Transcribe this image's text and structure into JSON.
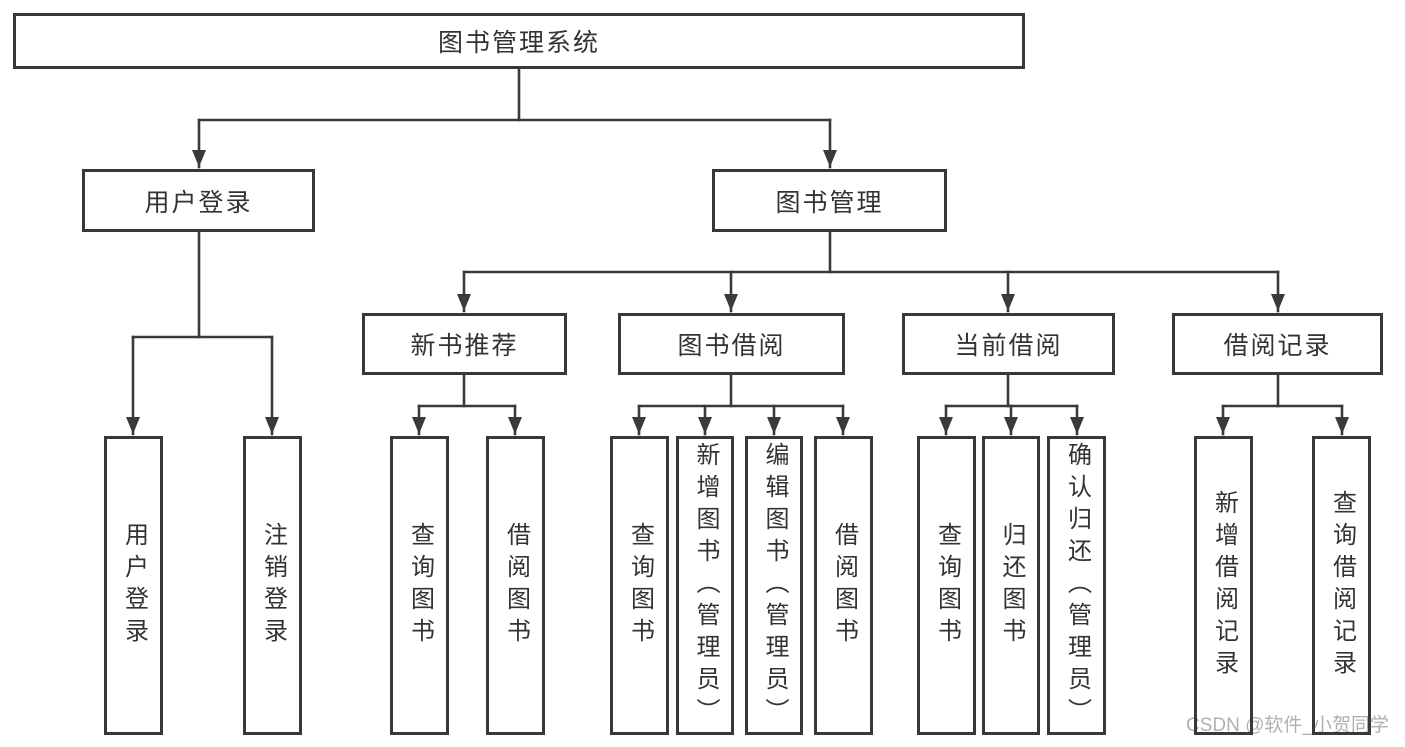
{
  "tree": {
    "label": "图书管理系统",
    "children": [
      {
        "label": "用户登录",
        "children": [
          {
            "label": "用户登录"
          },
          {
            "label": "注销登录"
          }
        ]
      },
      {
        "label": "图书管理",
        "children": [
          {
            "label": "新书推荐",
            "children": [
              {
                "label": "查询图书"
              },
              {
                "label": "借阅图书"
              }
            ]
          },
          {
            "label": "图书借阅",
            "children": [
              {
                "label": "查询图书"
              },
              {
                "label": "新增图书（管理员）"
              },
              {
                "label": "编辑图书（管理员）"
              },
              {
                "label": "借阅图书"
              }
            ]
          },
          {
            "label": "当前借阅",
            "children": [
              {
                "label": "查询图书"
              },
              {
                "label": "归还图书"
              },
              {
                "label": "确认归还（管理员）"
              }
            ]
          },
          {
            "label": "借阅记录",
            "children": [
              {
                "label": "新增借阅记录"
              },
              {
                "label": "查询借阅记录"
              }
            ]
          }
        ]
      }
    ]
  },
  "watermark": {
    "text": "CSDN @软件_小贺同学"
  },
  "colors": {
    "line": "#3a3a3a",
    "border": "#383838",
    "text": "#333333",
    "watermark": "#b0b0b0",
    "background": "#ffffff"
  }
}
